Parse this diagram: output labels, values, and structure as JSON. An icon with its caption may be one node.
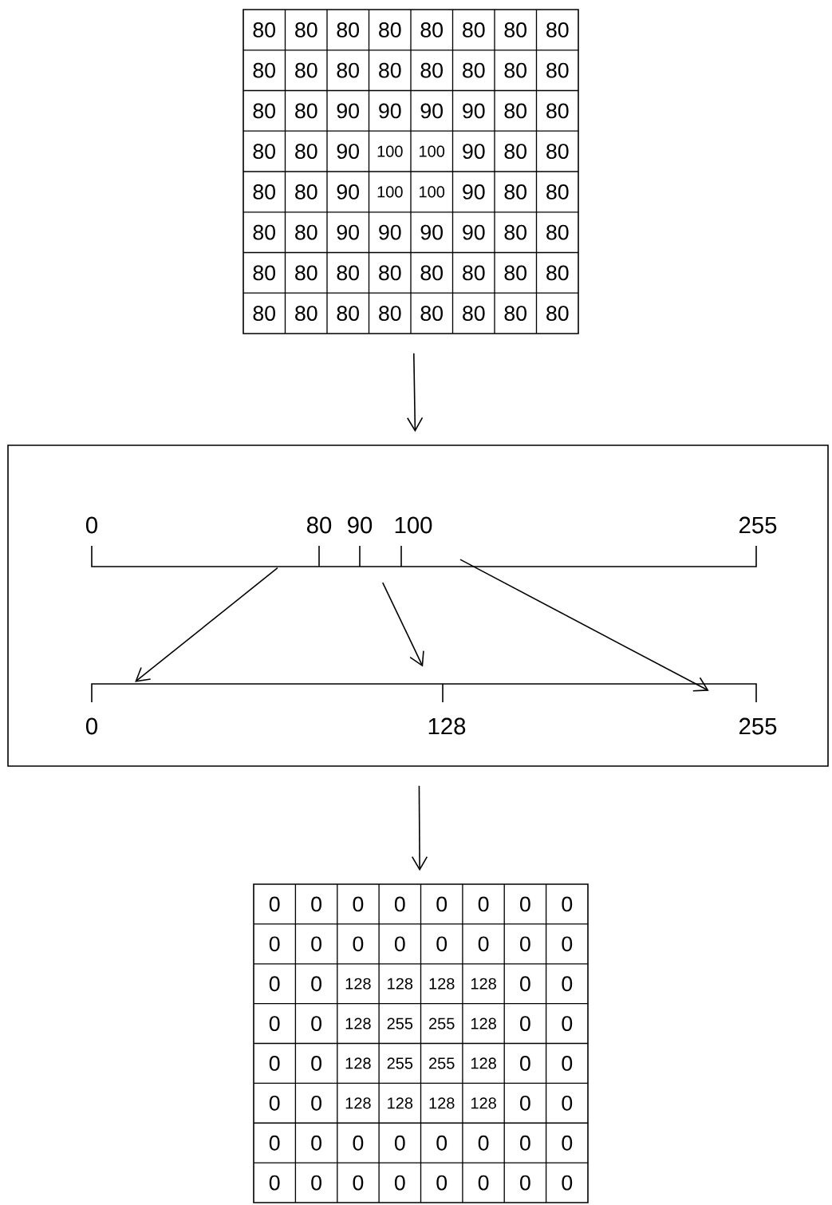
{
  "diagram": {
    "nodes": [
      {
        "text": [
          "80",
          "80",
          "80",
          "80",
          "80",
          "80",
          "80",
          "80",
          "80",
          "80",
          "80",
          "80",
          "80",
          "80",
          "80",
          "80",
          "80",
          "80",
          "90",
          "90",
          "90",
          "90",
          "80",
          "80",
          "80",
          "80",
          "90",
          "100",
          "100",
          "90",
          "80",
          "80",
          "80",
          "80",
          "90",
          "100",
          "100",
          "90",
          "80",
          "80",
          "80",
          "80",
          "90",
          "90",
          "90",
          "90",
          "80",
          "80",
          "80",
          "80",
          "80",
          "80",
          "80",
          "80",
          "80",
          "80",
          "80",
          "80",
          "80",
          "80",
          "80",
          "80",
          "80",
          "80"
        ]
      },
      {
        "text": [],
        "shape": "box"
      },
      {
        "text": [
          "0"
        ],
        "in": 1
      },
      {
        "text": [
          "80"
        ],
        "in": 1
      },
      {
        "text": [
          "90"
        ],
        "in": 1
      },
      {
        "text": [
          "100"
        ],
        "in": 1
      },
      {
        "text": [
          "255"
        ],
        "in": 1
      },
      {
        "text": [
          "0"
        ],
        "in": 1
      },
      {
        "text": [
          "128"
        ],
        "in": 1
      },
      {
        "text": [
          "255"
        ],
        "in": 1
      },
      {
        "text": [
          "0",
          "0",
          "0",
          "0",
          "0",
          "0",
          "0",
          "0",
          "0",
          "0",
          "0",
          "0",
          "0",
          "0",
          "0",
          "0",
          "0",
          "0",
          "128",
          "128",
          "128",
          "128",
          "0",
          "0",
          "0",
          "0",
          "128",
          "255",
          "255",
          "128",
          "0",
          "0",
          "0",
          "0",
          "128",
          "255",
          "255",
          "128",
          "0",
          "0",
          "0",
          "0",
          "128",
          "128",
          "128",
          "128",
          "0",
          "0",
          "0",
          "0",
          "0",
          "0",
          "0",
          "0",
          "0",
          "0",
          "0",
          "0",
          "0",
          "0",
          "0",
          "0",
          "0",
          "0"
        ]
      }
    ],
    "edges": [
      {
        "from": 0,
        "to": 1,
        "arrow": "to"
      },
      {
        "from": 1,
        "to": 10,
        "arrow": "to"
      },
      {
        "from": 3,
        "to": 7,
        "arrow": "to"
      },
      {
        "from": 4,
        "to": 8,
        "arrow": "to"
      },
      {
        "from": 5,
        "to": 9,
        "arrow": "to"
      }
    ]
  }
}
